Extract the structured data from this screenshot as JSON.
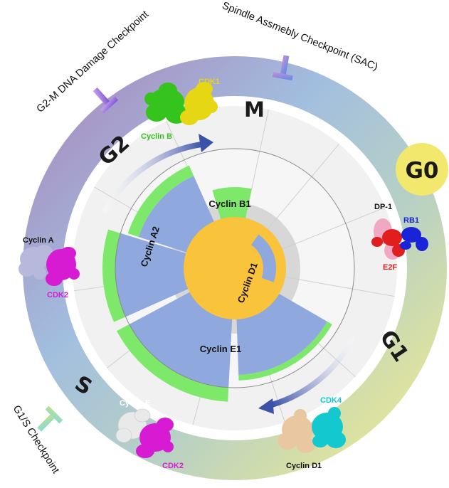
{
  "checkpoints": {
    "g2m": "G2-M DNA Damage Checkpoint",
    "sac": "Spindle Assmebly Checkpoint (SAC)",
    "g1s": "G1/S Checkpoint"
  },
  "phases": {
    "m": "M",
    "g2": "G2",
    "g0": "G0",
    "s": "S",
    "g1": "G1"
  },
  "cyclins": {
    "b1": "Cyclin B1",
    "a2": "Cyclin A2",
    "d1": "Cyclin D1",
    "e1": "Cyclin E1"
  },
  "proteins": {
    "cdk1": "CDK1",
    "cyclin_b": "Cyclin B",
    "cyclin_a": "Cyclin A",
    "cdk2_a": "CDK2",
    "dp1": "DP-1",
    "rb1": "RB1",
    "e2f": "E2F",
    "cyclin_e": "Cyclin E",
    "cdk2_e": "CDK2",
    "cdk4": "CDK4",
    "cyclin_d1": "Cyclin D1"
  },
  "colors": {
    "green": "#7ee86a",
    "blue": "#8fa8de",
    "orange": "#f9c33c",
    "grey": "#d7d7d7",
    "g0_circle": "#f2e86e",
    "cdk1": "#e5d713",
    "cyclin_b": "#35c41e",
    "cyclin_a": "#b8b8dc",
    "cdk2": "#d61bd3",
    "cyclin_e": "#e9e9e9",
    "cdk4": "#14c8cf",
    "cyclin_d1_protein": "#e9c7a0",
    "dp1": "#f0a8c4",
    "rb1": "#1a23d8",
    "e2f": "#e01e1e"
  },
  "icons": {
    "checkpoint": "inhibition-t-icon",
    "arrow": "curved-arrow-icon",
    "protein": "protein-surface-icon"
  }
}
